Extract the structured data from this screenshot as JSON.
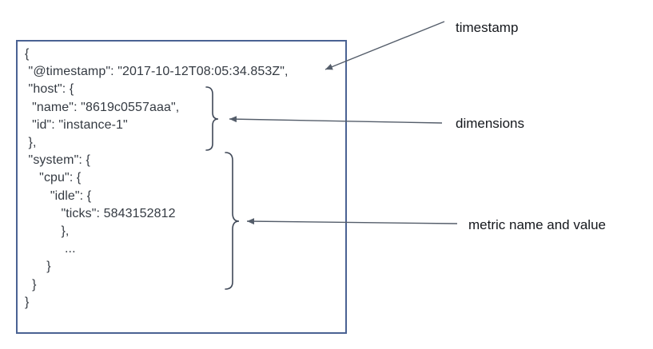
{
  "document": {
    "lines": [
      "{",
      " \"@timestamp\": \"2017-10-12T08:05:34.853Z\",",
      " \"host\": {",
      "  \"name\": \"8619c0557aaa\",",
      "  \"id\": \"instance-1\"",
      " },",
      " \"system\": {",
      "    \"cpu\": {",
      "       \"idle\": {",
      "          \"ticks\": 5843152812",
      "          },",
      "           ...",
      "      }",
      "  }",
      "}"
    ]
  },
  "annotations": {
    "timestamp_label": "timestamp",
    "dimensions_label": "dimensions",
    "metric_label": "metric name and value"
  },
  "icons": {
    "timestamp_arrow": "arrow-left-down-icon",
    "dimensions_arrow": "arrow-left-icon",
    "metric_arrow": "arrow-left-icon",
    "dimensions_group": "curly-brace-icon",
    "metric_group": "curly-brace-icon"
  },
  "colors": {
    "background": "#ffffff",
    "box_border": "#4a6293",
    "code_text": "#343a42",
    "annotation_line": "#545d6a",
    "brace": "#3f4857",
    "label_text": "#15181d"
  }
}
